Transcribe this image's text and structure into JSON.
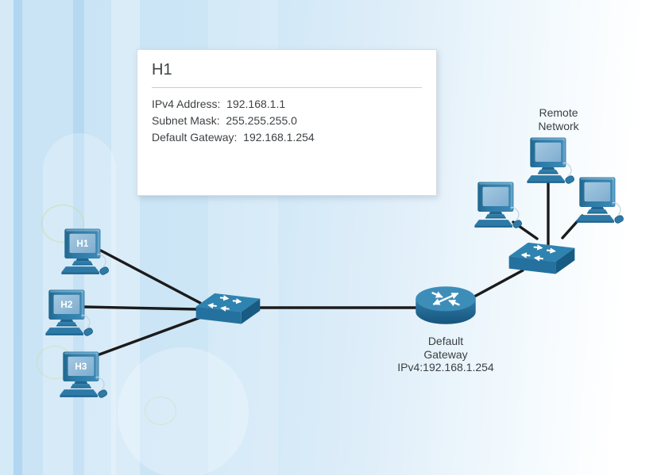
{
  "info_card": {
    "title": "H1",
    "lines": [
      "IPv4 Address:  192.168.1.1",
      "Subnet Mask:  255.255.255.0",
      "Default Gateway:  192.168.1.254"
    ]
  },
  "topology": {
    "hosts": [
      {
        "label": "H1"
      },
      {
        "label": "H2"
      },
      {
        "label": "H3"
      }
    ],
    "router_label": [
      "Default",
      "Gateway",
      "IPv4:192.168.1.254"
    ],
    "remote_network_label": [
      "Remote",
      "Network"
    ]
  },
  "icons": {
    "host": "desktop-computer-icon",
    "switch": "lan-switch-icon",
    "router": "router-icon"
  },
  "colors": {
    "device_blue": "#2d7aa7",
    "device_blue_dark": "#1d6490",
    "device_blue_light": "#4a92bd",
    "screen_blue": "#8fb9d8",
    "link_line": "#1b1b1b",
    "background_left": "#c9e3f5",
    "background_right": "#ffffff",
    "card_border": "#d8dcdf",
    "text": "#3e4245"
  }
}
